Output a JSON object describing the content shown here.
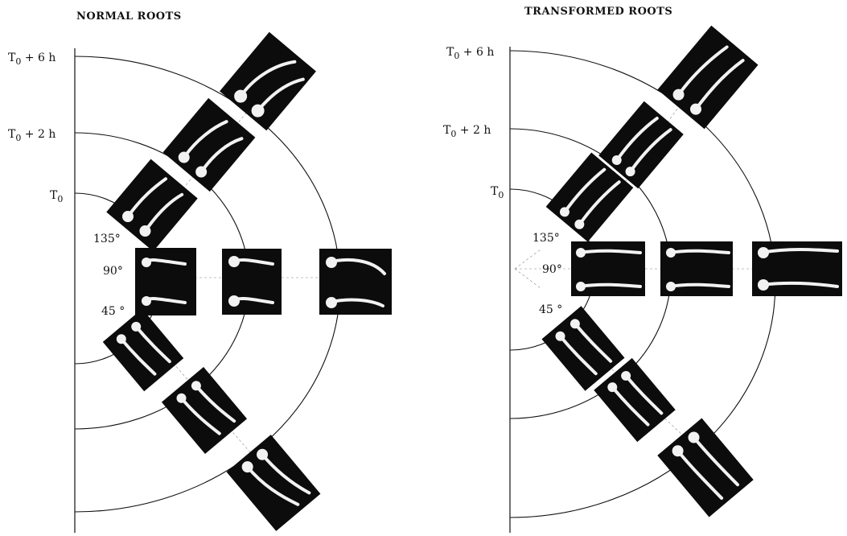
{
  "panels": [
    {
      "id": "normal",
      "title": "NORMAL ROOTS",
      "time_labels": [
        "T0",
        "T0 + 2 h",
        "T0 + 6 h"
      ],
      "angle_labels": [
        "135°",
        "90°",
        "45 °"
      ]
    },
    {
      "id": "transformed",
      "title": "TRANSFORMED ROOTS",
      "time_labels": [
        "T0",
        "T0 + 2 h",
        "T0 + 6 h"
      ],
      "angle_labels": [
        "135°",
        "90°",
        "45 °"
      ]
    }
  ],
  "time_subscript_char": "0",
  "colors": {
    "ink": "#111111",
    "photo_background": "#0c0c0c",
    "root": "#f2f2f2"
  }
}
